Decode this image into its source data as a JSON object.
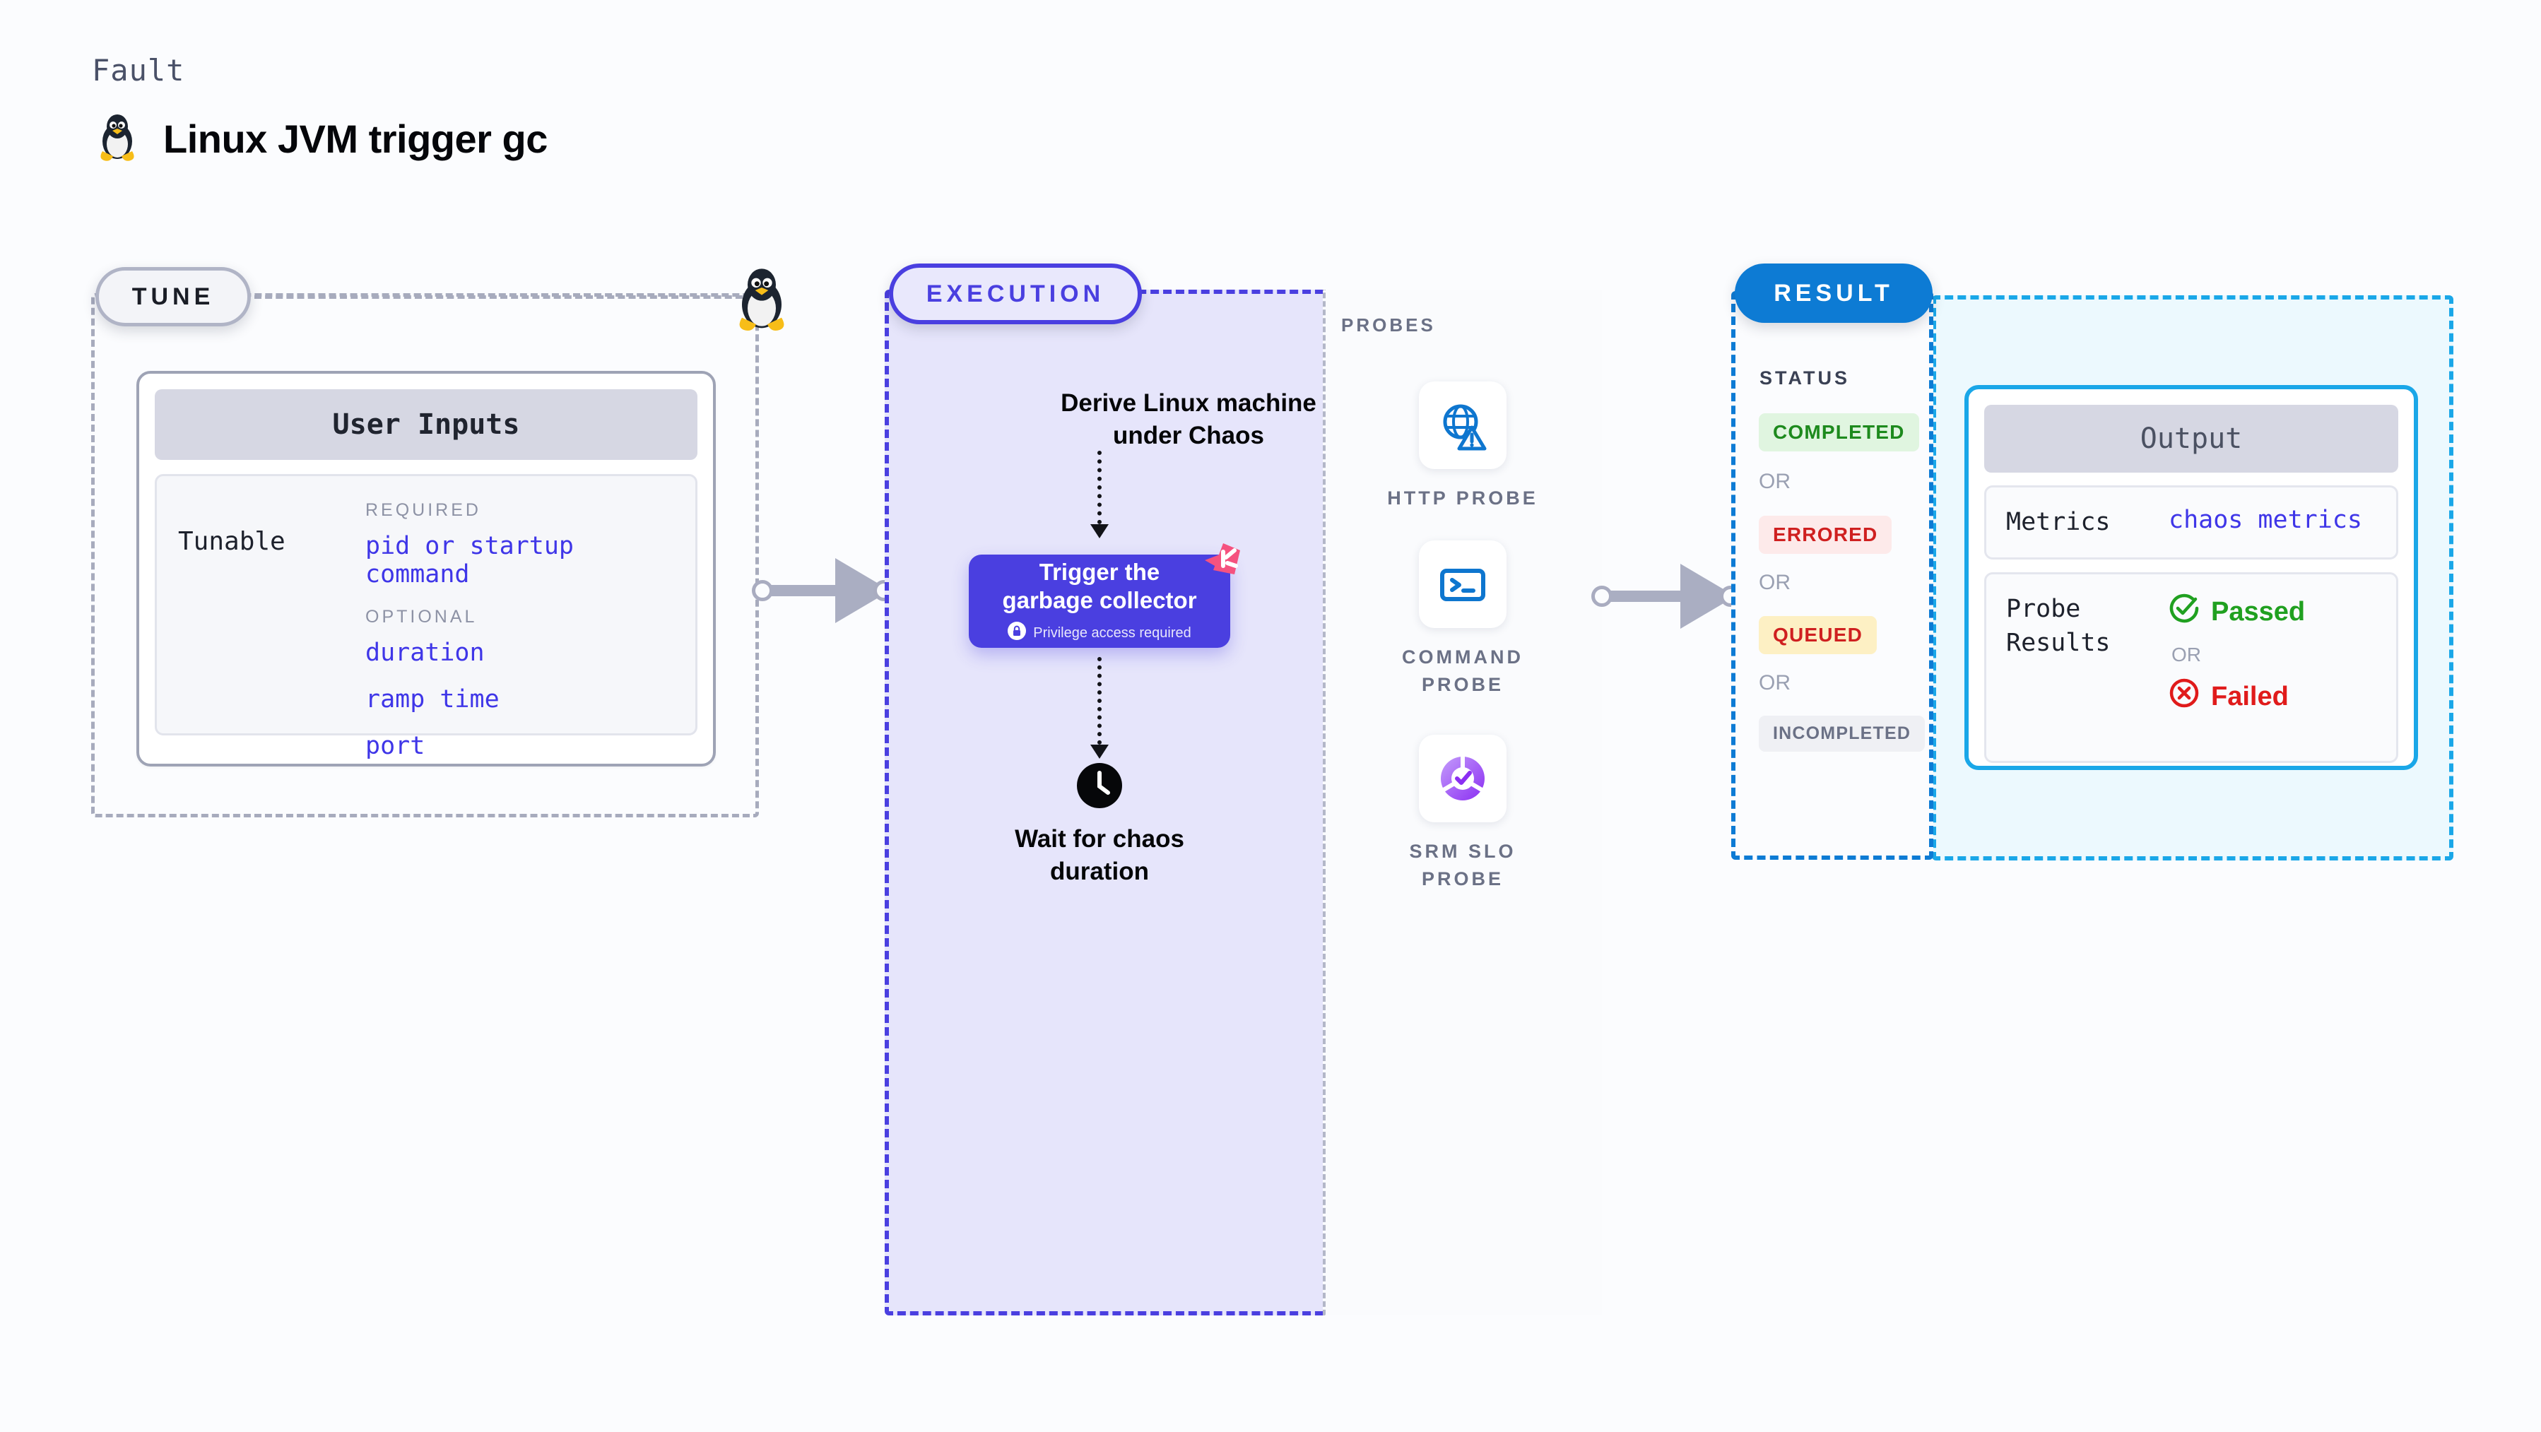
{
  "header": {
    "kicker": "Fault",
    "title": "Linux JVM trigger gc",
    "icon": "linux-penguin-icon"
  },
  "tune": {
    "badge": "TUNE",
    "marker_icon": "linux-penguin-icon",
    "card": {
      "header": "User Inputs",
      "row_label": "Tunable",
      "groups": [
        {
          "label": "REQUIRED",
          "items": [
            "pid or startup command"
          ]
        },
        {
          "label": "OPTIONAL",
          "items": [
            "duration",
            "ramp time",
            "port"
          ]
        }
      ]
    }
  },
  "connectors": [
    {
      "name": "tune-to-execution",
      "icon": "arrow-right-icon"
    },
    {
      "name": "execution-to-result",
      "icon": "arrow-right-icon"
    }
  ],
  "execution": {
    "badge": "EXECUTION",
    "step_1": "Derive Linux machine\nunder Chaos",
    "trigger": {
      "title": "Trigger the\ngarbage collector",
      "note": "Privilege access required",
      "note_icon": "lock-icon",
      "corner_icon": "litmus-chaos-icon",
      "color": "#4a3fe0"
    },
    "step_3": {
      "icon": "clock-icon",
      "label": "Wait for chaos\nduration"
    }
  },
  "probes": {
    "label": "PROBES",
    "items": [
      {
        "name": "HTTP PROBE",
        "icon": "globe-alert-icon",
        "color": "#0e76cf"
      },
      {
        "name": "COMMAND\nPROBE",
        "icon": "terminal-icon",
        "color": "#0e76cf"
      },
      {
        "name": "SRM SLO\nPROBE",
        "icon": "slo-donut-check-icon",
        "color": "#9b4ff5"
      }
    ]
  },
  "result": {
    "badge": "RESULT",
    "badge_color": "#0d7bd4",
    "status_label": "STATUS",
    "or_text": "OR",
    "statuses": [
      {
        "label": "COMPLETED",
        "bg": "#e0f5e0",
        "fg": "#1d8a1d"
      },
      {
        "label": "ERRORED",
        "bg": "#fdeaea",
        "fg": "#cf2020"
      },
      {
        "label": "QUEUED",
        "bg": "#fdf0c4",
        "fg": "#cf2020"
      },
      {
        "label": "INCOMPLETED",
        "bg": "#eff0f4",
        "fg": "#6b7186"
      }
    ],
    "output": {
      "header": "Output",
      "metrics_key": "Metrics",
      "metrics_value": "chaos metrics",
      "probe_key": "Probe\nResults",
      "passed": {
        "label": "Passed",
        "color": "#20a020",
        "icon": "check-circle-icon"
      },
      "or_text": "OR",
      "failed": {
        "label": "Failed",
        "color": "#e01b1b",
        "icon": "x-circle-icon"
      }
    }
  }
}
